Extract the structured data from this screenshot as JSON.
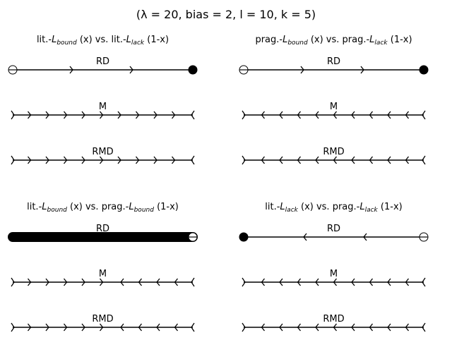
{
  "figure": {
    "suptitle": "(λ = 20, bias = 2, l = 10, k = 5)"
  },
  "chart_data": [
    {
      "type": "phase-line",
      "title": "lit.-Lbound (x) vs. lit.-Llack (1-x)",
      "title_parts": [
        "lit.-",
        "L",
        "bound",
        " (x) vs. lit.-",
        "L",
        "lack",
        " (1-x)"
      ],
      "x_range": [
        0,
        1
      ],
      "dynamics": [
        {
          "label": "RD",
          "arrows": [
            ">",
            ">"
          ],
          "left_end": "open",
          "right_end": "filled",
          "thick_line": false
        },
        {
          "label": "M",
          "arrows": [
            ">",
            ">",
            ">",
            ">",
            ">",
            ">",
            ">",
            ">",
            ">"
          ],
          "left_end": "none",
          "right_end": "none",
          "thick_line": false
        },
        {
          "label": "RMD",
          "arrows": [
            ">",
            ">",
            ">",
            ">",
            ">",
            ">",
            ">",
            ">",
            ">"
          ],
          "left_end": "none",
          "right_end": "none",
          "thick_line": false
        }
      ]
    },
    {
      "type": "phase-line",
      "title": "prag.-Lbound (x) vs. prag.-Llack (1-x)",
      "title_parts": [
        "prag.-",
        "L",
        "bound",
        " (x) vs. prag.-",
        "L",
        "lack",
        " (1-x)"
      ],
      "x_range": [
        0,
        1
      ],
      "dynamics": [
        {
          "label": "RD",
          "arrows": [
            ">",
            ">"
          ],
          "left_end": "open",
          "right_end": "filled",
          "thick_line": false
        },
        {
          "label": "M",
          "arrows": [
            "<",
            "<",
            "<",
            "<",
            "<",
            "<",
            "<",
            "<",
            "<"
          ],
          "left_end": "none",
          "right_end": "none",
          "thick_line": false
        },
        {
          "label": "RMD",
          "arrows": [
            "<",
            "<",
            "<",
            "<",
            "<",
            "<",
            "<",
            "<",
            "<"
          ],
          "left_end": "none",
          "right_end": "none",
          "thick_line": false
        }
      ]
    },
    {
      "type": "phase-line",
      "title": "lit.-Lbound (x) vs. prag.-Lbound (1-x)",
      "title_parts": [
        "lit.-",
        "L",
        "bound",
        " (x) vs. prag.-",
        "L",
        "bound",
        " (1-x)"
      ],
      "x_range": [
        0,
        1
      ],
      "dynamics": [
        {
          "label": "RD",
          "arrows": [],
          "left_end": "filled",
          "right_end": "open",
          "thick_line": true
        },
        {
          "label": "M",
          "arrows": [
            ">",
            ">",
            ">",
            ">",
            ">",
            "<",
            "<",
            "<",
            "<"
          ],
          "left_end": "none",
          "right_end": "none",
          "thick_line": false
        },
        {
          "label": "RMD",
          "arrows": [
            ">",
            ">",
            ">",
            ">",
            ">",
            "<",
            "<",
            "<",
            "<"
          ],
          "left_end": "none",
          "right_end": "none",
          "thick_line": false
        }
      ]
    },
    {
      "type": "phase-line",
      "title": "lit.-Llack (x) vs. prag.-Llack (1-x)",
      "title_parts": [
        "lit.-",
        "L",
        "lack",
        " (x) vs. prag.-",
        "L",
        "lack",
        " (1-x)"
      ],
      "x_range": [
        0,
        1
      ],
      "dynamics": [
        {
          "label": "RD",
          "arrows": [
            "<",
            "<"
          ],
          "left_end": "filled",
          "right_end": "open",
          "thick_line": false
        },
        {
          "label": "M",
          "arrows": [
            "<",
            "<",
            "<",
            "<",
            "<",
            "<",
            "<",
            "<",
            "<"
          ],
          "left_end": "none",
          "right_end": "none",
          "thick_line": false
        },
        {
          "label": "RMD",
          "arrows": [
            "<",
            "<",
            "<",
            "<",
            "<",
            "<",
            "<",
            "<",
            "<"
          ],
          "left_end": "none",
          "right_end": "none",
          "thick_line": false
        }
      ]
    }
  ]
}
